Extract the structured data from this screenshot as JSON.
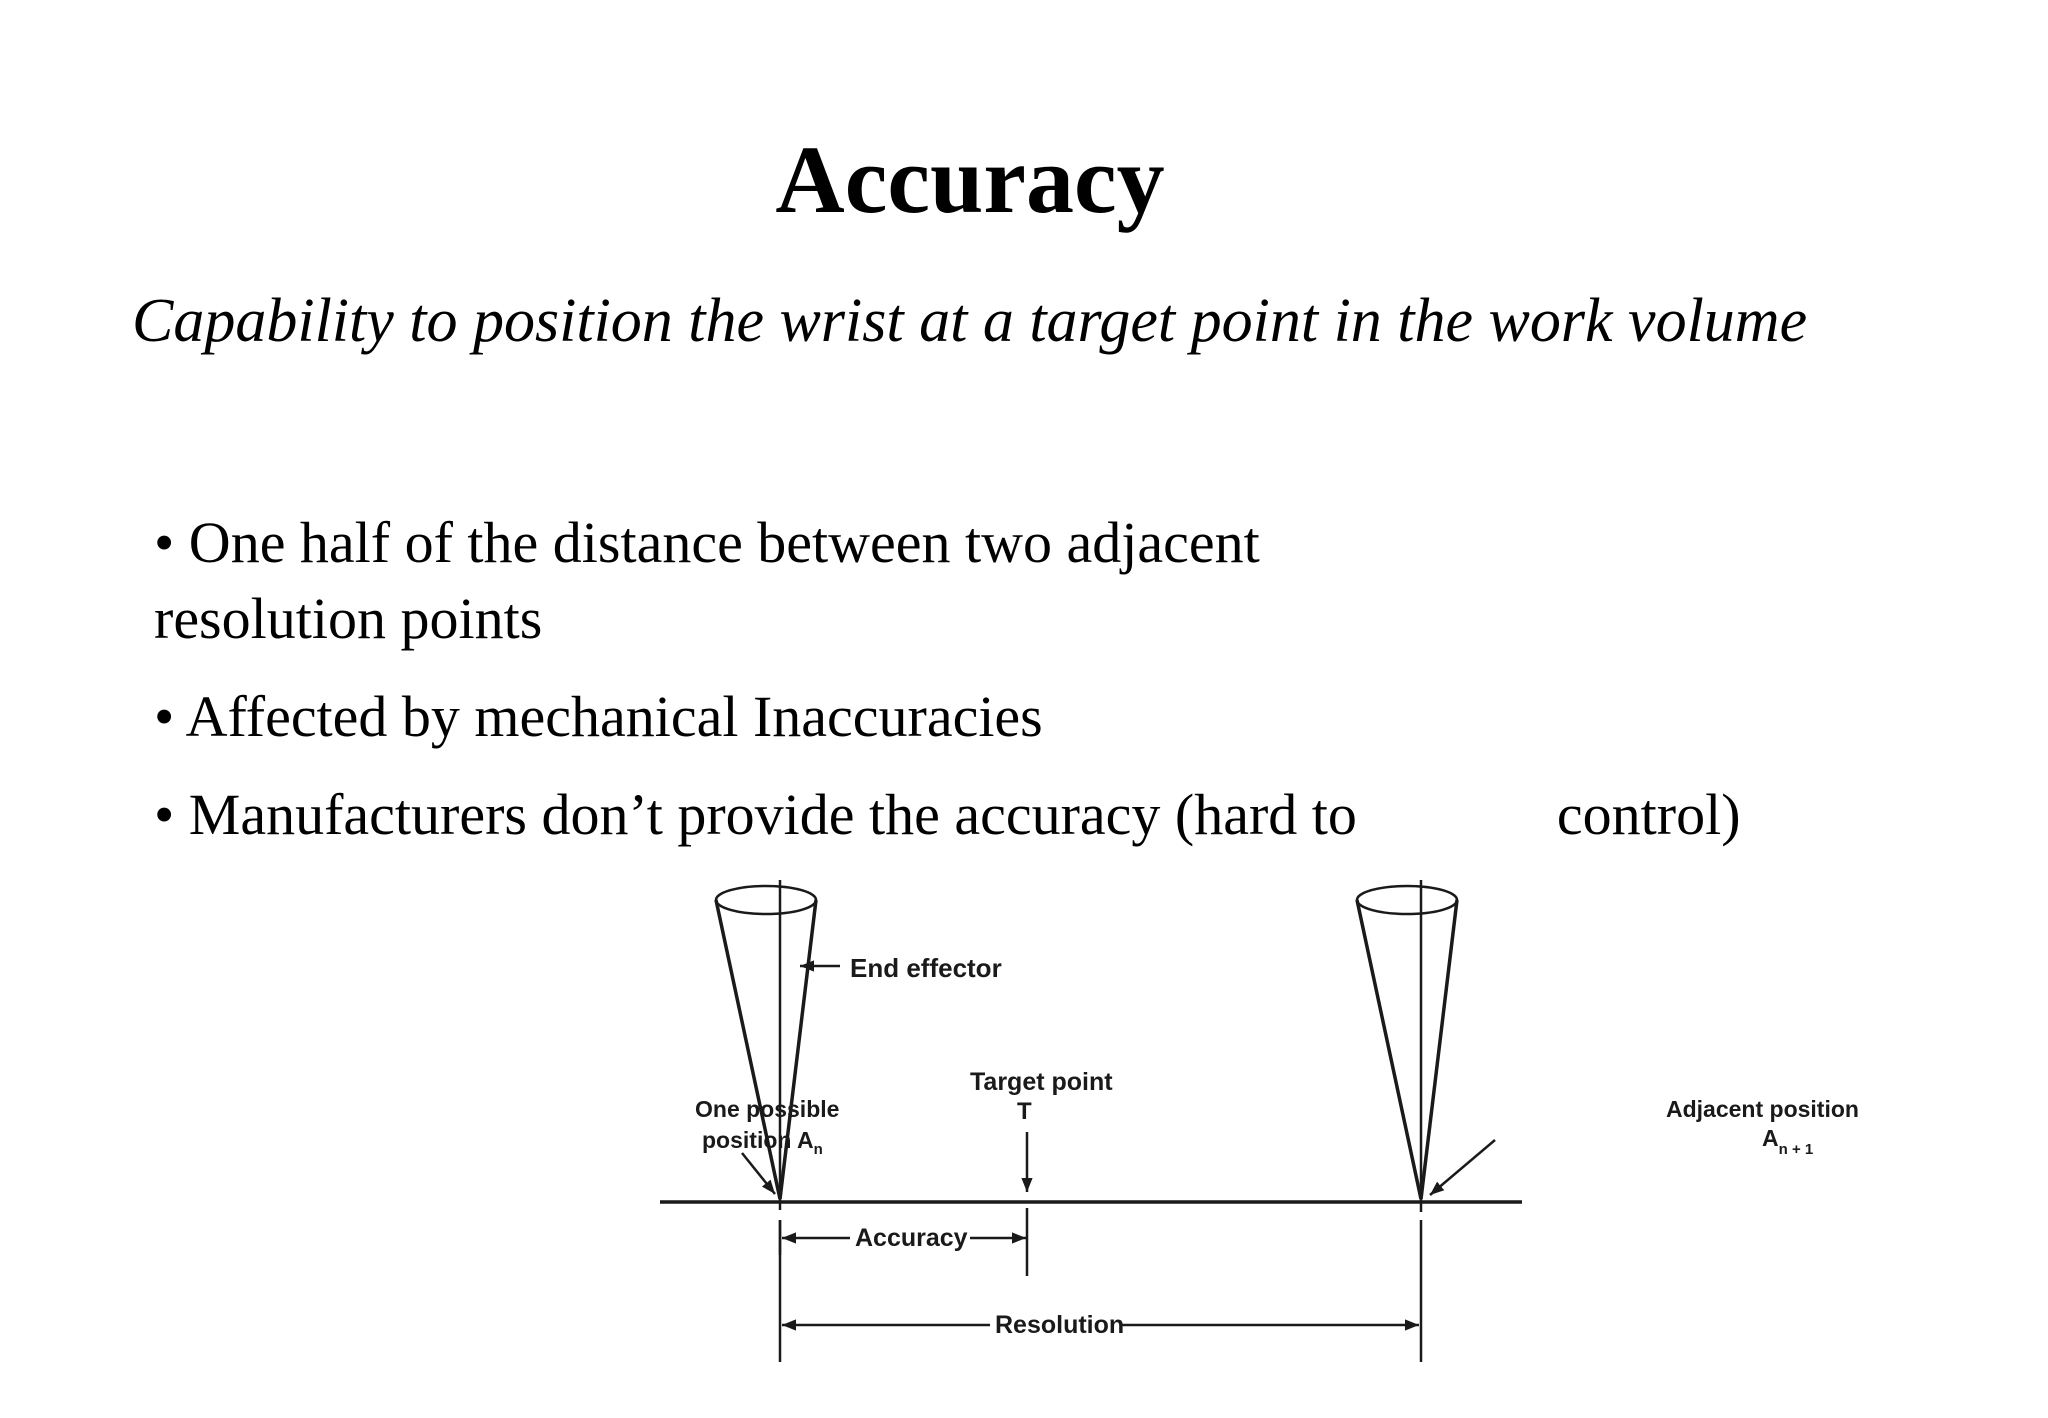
{
  "slide": {
    "title": "Accuracy",
    "subtitle": "Capability to position the wrist at a target point in the work volume",
    "bullets": [
      {
        "line1": "• One half of the distance between two adjacent",
        "line2": "resolution points"
      },
      {
        "text": "• Affected by mechanical Inaccuracies"
      },
      {
        "part1": "• Manufacturers don’t provide the accuracy (hard to",
        "part2": "control)"
      }
    ]
  },
  "diagram": {
    "end_effector": "End effector",
    "target_point": "Target point",
    "target_symbol": "T",
    "one_possible_line1": "One possible",
    "one_possible_line2": "position A",
    "one_possible_sub": "n",
    "adjacent_line1": "Adjacent position",
    "adjacent_line2": "A",
    "adjacent_sub": "n + 1",
    "accuracy": "Accuracy",
    "resolution": "Resolution"
  }
}
